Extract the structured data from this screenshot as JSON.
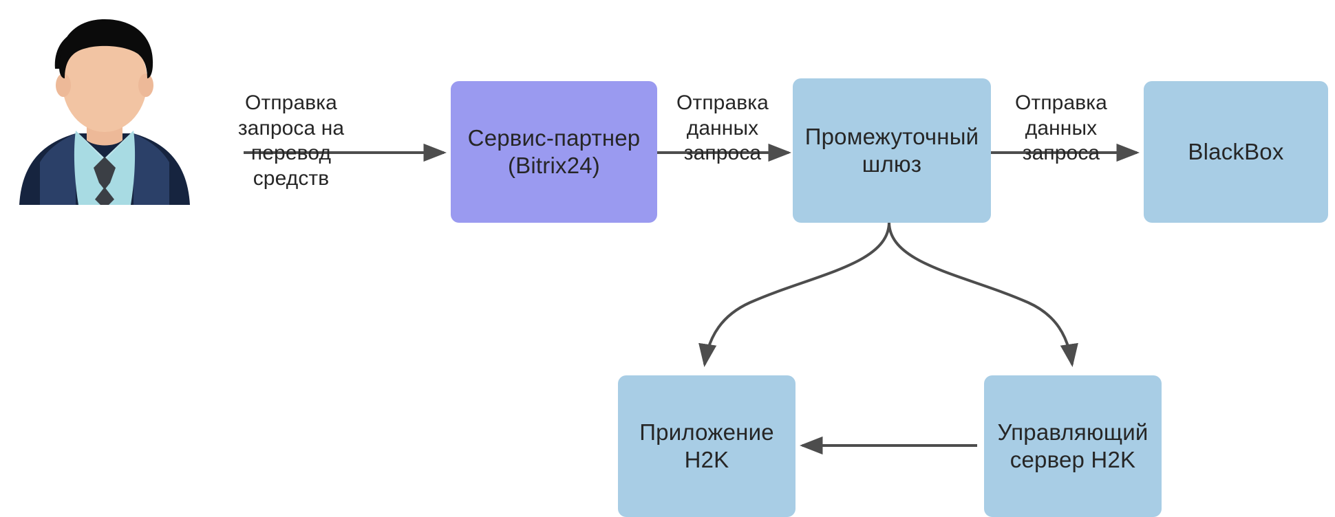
{
  "diagram": {
    "title": "",
    "background": "#ffffff",
    "colors": {
      "purple_node": "#9a9af0",
      "blue_node": "#a8cde5",
      "arrow": "#4d4d4d",
      "text": "#262626"
    },
    "actor": {
      "icon": "businessman-avatar-icon",
      "label": ""
    },
    "nodes": [
      {
        "id": "partner",
        "label": "Сервис-партнер\n(Bitrix24)",
        "color": "#9a9af0"
      },
      {
        "id": "gateway",
        "label": "Промежуточный\nшлюз",
        "color": "#a8cde5"
      },
      {
        "id": "blackbox",
        "label": "BlackBox",
        "color": "#a8cde5"
      },
      {
        "id": "app",
        "label": "Приложение\nH2K",
        "color": "#a8cde5"
      },
      {
        "id": "mgmt",
        "label": "Управляющий\nсервер H2K",
        "color": "#a8cde5"
      }
    ],
    "edges": [
      {
        "id": "e1",
        "from": "actor",
        "to": "partner",
        "label": "Отправка\nзапроса на\nперевод\nсредств"
      },
      {
        "id": "e2",
        "from": "partner",
        "to": "gateway",
        "label": "Отправка\nданных\nзапроса"
      },
      {
        "id": "e3",
        "from": "gateway",
        "to": "blackbox",
        "label": "Отправка\nданных\nзапроса"
      },
      {
        "id": "e4",
        "from": "gateway",
        "to": "app",
        "label": ""
      },
      {
        "id": "e5",
        "from": "gateway",
        "to": "mgmt",
        "label": ""
      },
      {
        "id": "e6",
        "from": "mgmt",
        "to": "app",
        "label": ""
      }
    ]
  }
}
